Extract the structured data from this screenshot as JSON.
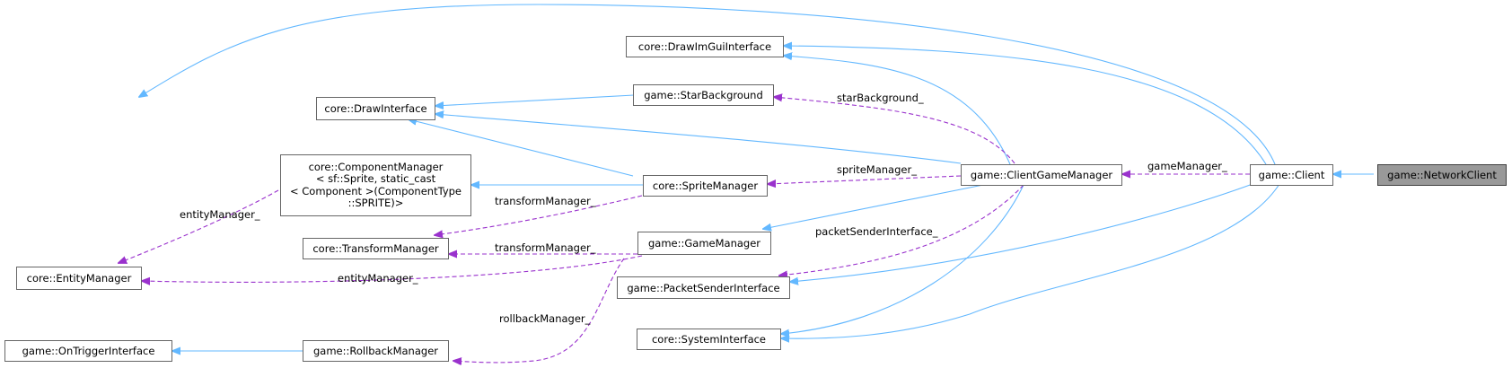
{
  "nodes": {
    "network_client": "game::NetworkClient",
    "client": "game::Client",
    "client_game_manager": "game::ClientGameManager",
    "draw_imgui_interface": "core::DrawImGuiInterface",
    "star_background": "game::StarBackground",
    "draw_interface": "core::DrawInterface",
    "sprite_manager": "core::SpriteManager",
    "component_manager": "core::ComponentManager\n< sf::Sprite, static_cast\n< Component >(ComponentType\n::SPRITE)>",
    "transform_manager": "core::TransformManager",
    "game_manager": "game::GameManager",
    "entity_manager": "core::EntityManager",
    "packet_sender_interface": "game::PacketSenderInterface",
    "system_interface": "core::SystemInterface",
    "on_trigger_interface": "game::OnTriggerInterface",
    "rollback_manager": "game::RollbackManager"
  },
  "edge_labels": {
    "star_background": "starBackground_",
    "game_manager": "gameManager_",
    "sprite_manager": "spriteManager_",
    "entity_manager_top": "entityManager_",
    "transform_manager_top": "transformManager_",
    "transform_manager_mid": "transformManager_",
    "packet_sender_interface": "packetSenderInterface_",
    "entity_manager_bottom": "entityManager_",
    "rollback_manager": "rollbackManager_"
  },
  "colors": {
    "inheritance": "#63b8ff",
    "usage": "#9a32cd",
    "focus_node": "#999999"
  }
}
